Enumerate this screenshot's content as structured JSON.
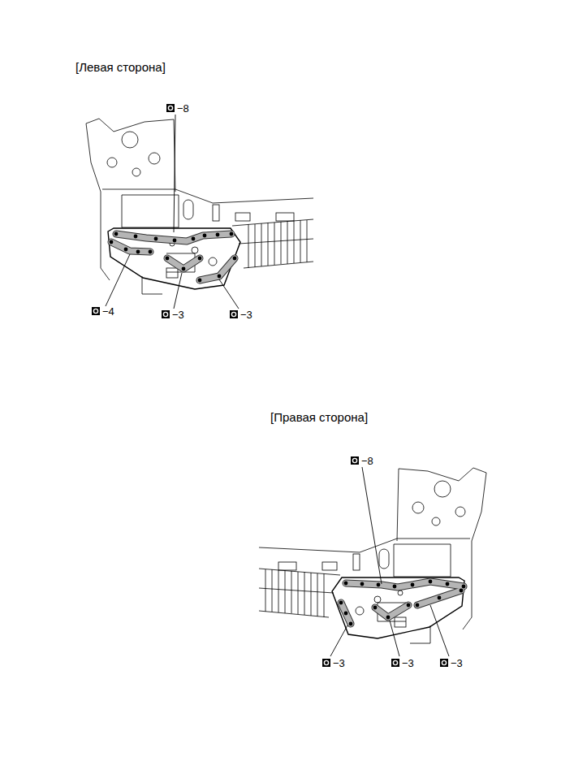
{
  "diagram": {
    "labels": [
      "[Левая сторона]",
      "−8",
      "−4",
      "−3",
      "−3",
      "[Правая сторона]",
      "−8",
      "−3",
      "−3",
      "−3"
    ]
  }
}
